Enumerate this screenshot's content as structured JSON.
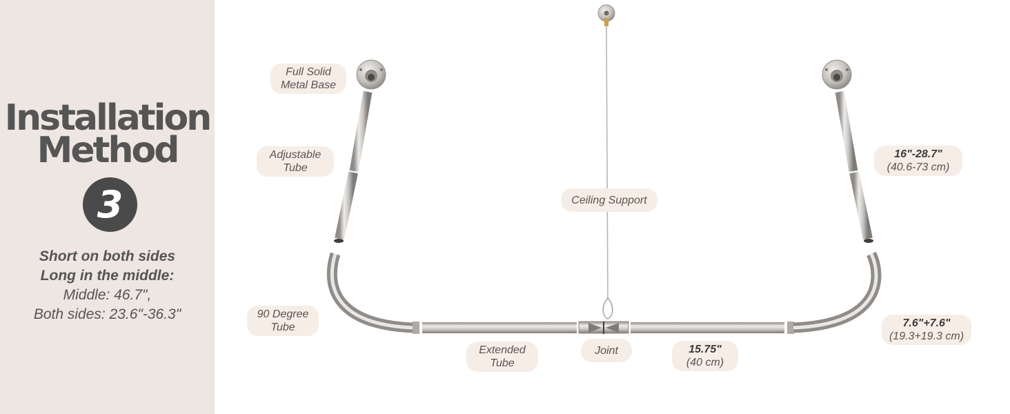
{
  "sidebar": {
    "title_line1": "Installation",
    "title_line2": "Method",
    "step_number": "3",
    "desc_line1": "Short on both sides",
    "desc_line2": "Long in the middle:",
    "desc_line3": "Middle: 46.7\",",
    "desc_line4": "Both sides: 23.6\"-36.3\""
  },
  "labels": {
    "base_line1": "Full Solid",
    "base_line2": "Metal Base",
    "adjustable_line1": "Adjustable",
    "adjustable_line2": "Tube",
    "ninety_line1": "90 Degree",
    "ninety_line2": "Tube",
    "extended_line1": "Extended",
    "extended_line2": "Tube",
    "joint": "Joint",
    "ceiling": "Ceiling Support",
    "side_len_line1": "16\"-28.7\"",
    "side_len_line2": "(40.6-73 cm)",
    "corner_len_line1": "7.6\"+7.6\"",
    "corner_len_line2": "(19.3+19.3 cm)",
    "mid_len_line1": "15.75\"",
    "mid_len_line2": "(40 cm)"
  },
  "colors": {
    "sidebar_bg": "#ede6e2",
    "pill_bg": "#f6ede7",
    "metal": "#b9b7b5",
    "text_dark": "#555555"
  }
}
